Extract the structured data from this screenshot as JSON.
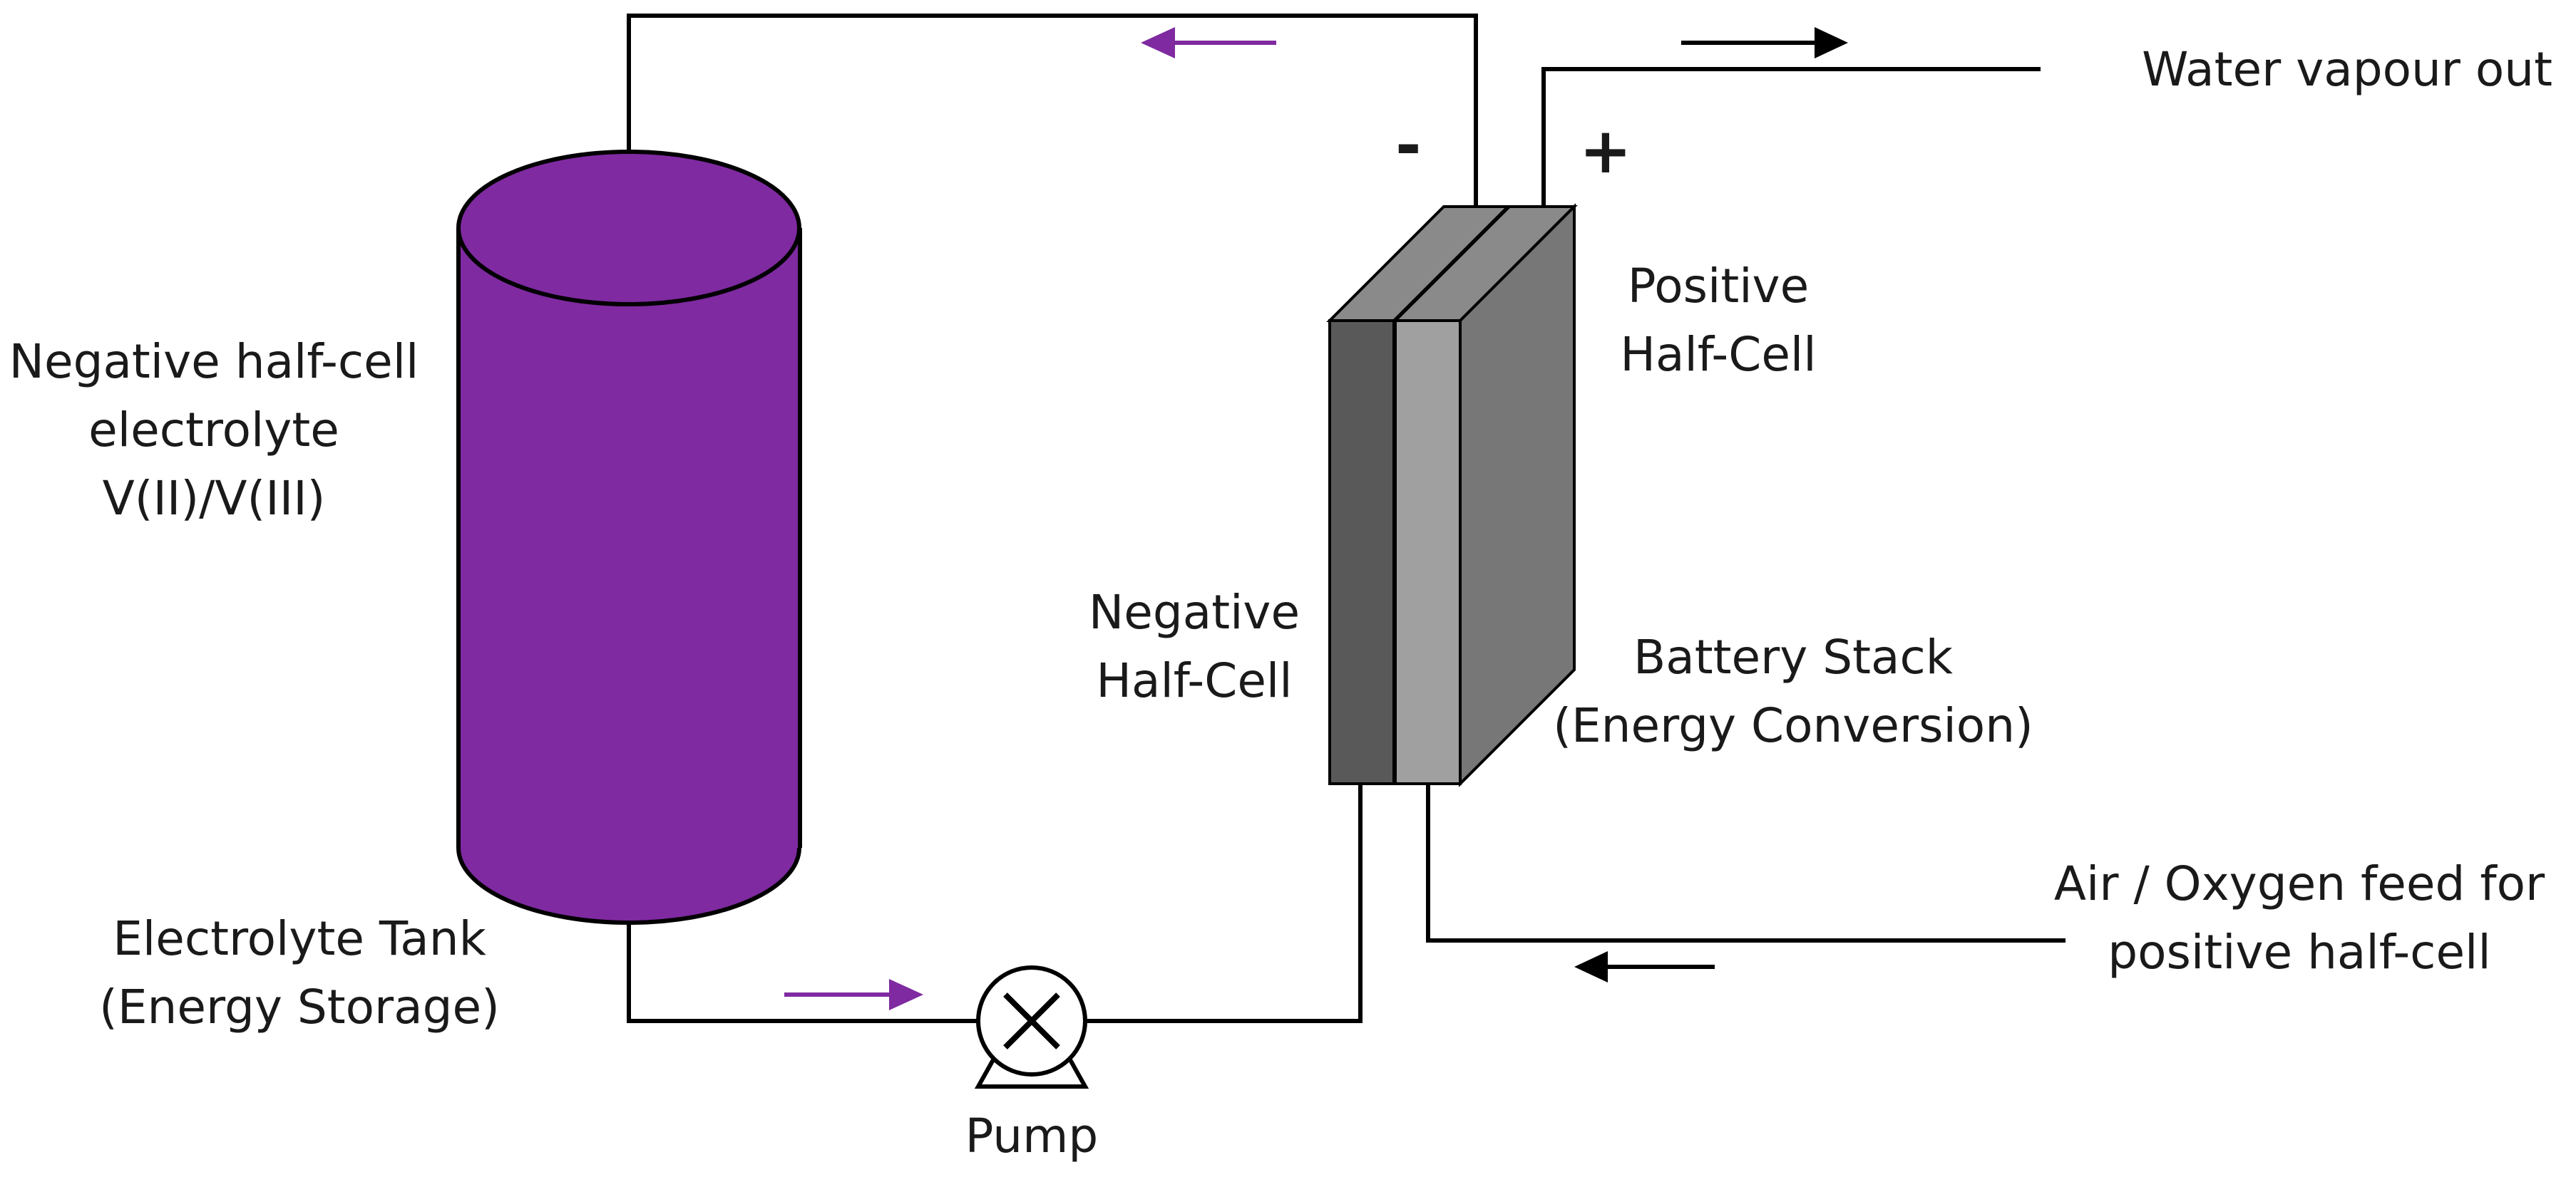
{
  "colors": {
    "electrolyte": "#7f2aa1",
    "flow_arrow": "#7f2aa1",
    "line": "#000000",
    "negative_cell_front": "#595959",
    "positive_cell_front": "#a0a0a0",
    "cell_top": "#8a8a8a",
    "cell_side": "#777777"
  },
  "icons": {
    "pump": "pump-icon",
    "flow_arrow": "arrow-icon"
  },
  "labels": {
    "tank_contents": [
      "Negative half-cell",
      "electrolyte",
      "V(II)/V(III)"
    ],
    "tank_name": [
      "Electrolyte  Tank",
      "(Energy Storage)"
    ],
    "pump": "Pump",
    "negative_half_cell": [
      "Negative",
      "Half-Cell"
    ],
    "positive_half_cell": [
      "Positive",
      "Half-Cell"
    ],
    "battery_stack": [
      "Battery Stack",
      "(Energy Conversion)"
    ],
    "water_out": "Water vapour out",
    "air_feed": [
      "Air / Oxygen  feed for",
      "positive half-cell"
    ],
    "minus": "-",
    "plus": "+"
  }
}
